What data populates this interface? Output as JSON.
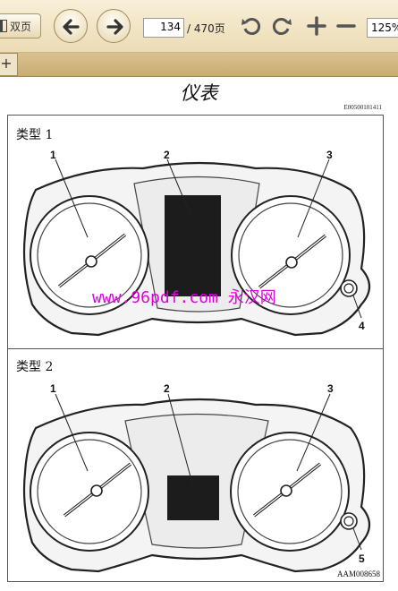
{
  "toolbar": {
    "dual_page_label": "双页",
    "back_icon": "arrow-left-icon",
    "forward_icon": "arrow-right-icon",
    "current_page": "134",
    "total_pages": "/ 470页",
    "rotate_left_icon": "rotate-ccw-icon",
    "rotate_right_icon": "rotate-cw-icon",
    "zoom_in_icon": "plus-icon",
    "zoom_out_icon": "minus-icon",
    "zoom_level": "125%"
  },
  "tabs": {
    "add_label": "+"
  },
  "document": {
    "title": "仪表",
    "code": "E00500101411",
    "figure_code": "AAM008658",
    "watermark": "www.96pdf.com 永汉网",
    "type1": {
      "label": "类型 1",
      "callouts": [
        "1",
        "2",
        "3",
        "4"
      ]
    },
    "type2": {
      "label": "类型 2",
      "callouts": [
        "1",
        "2",
        "3",
        "5"
      ]
    }
  },
  "colors": {
    "toolbar_bg": "#f0e4c4",
    "tabstrip_bg": "#cfb57a",
    "watermark": "#e000e0"
  }
}
